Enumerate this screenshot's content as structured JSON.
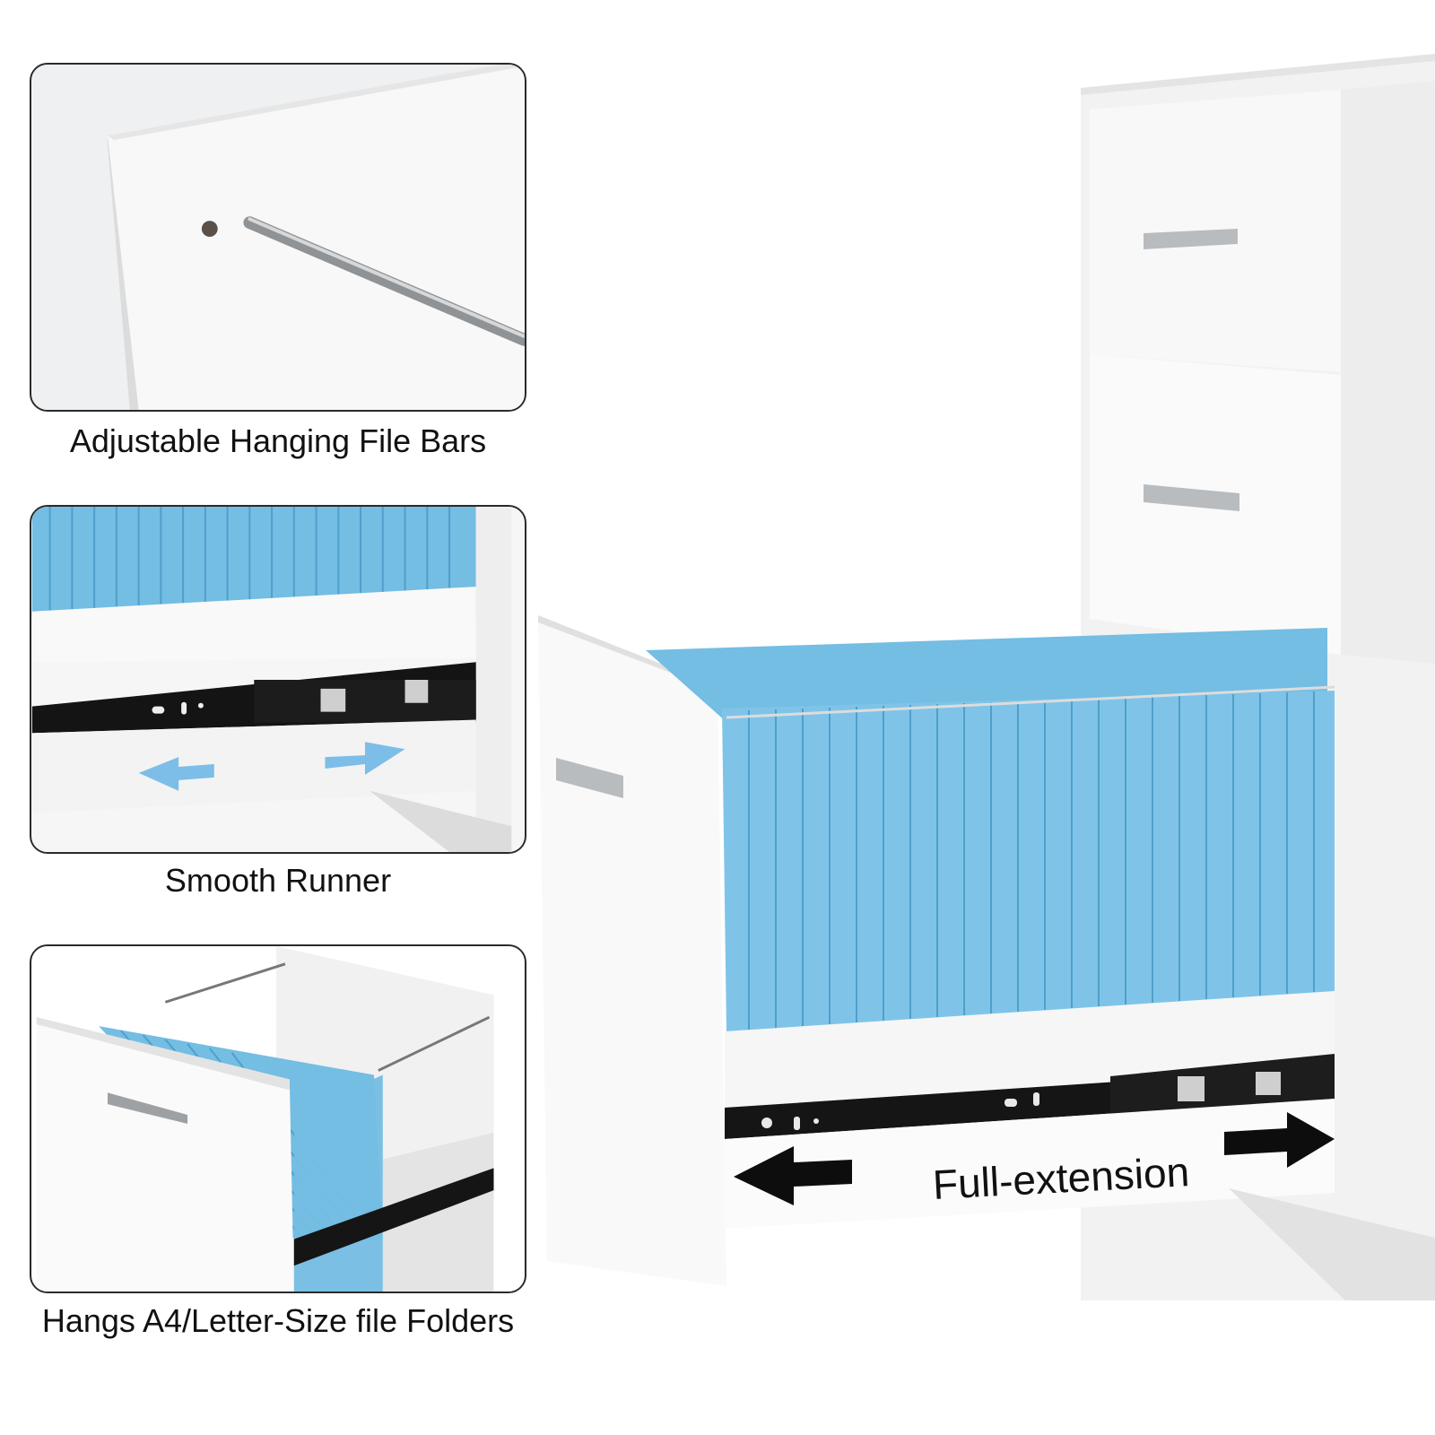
{
  "panels": [
    {
      "id": "hanging-bars",
      "caption": "Adjustable Hanging File Bars"
    },
    {
      "id": "smooth-runner",
      "caption": "Smooth Runner"
    },
    {
      "id": "folders",
      "caption": "Hangs A4/Letter-Size file Folders"
    }
  ],
  "main_image": {
    "label": "Full-extension"
  },
  "colors": {
    "folder_blue": "#74bde3",
    "folder_blue_dark": "#4f9fcc",
    "cabinet_white": "#f7f7f7",
    "rail_black": "#151515",
    "handle_silver": "#b9bcbf",
    "arrow_blue": "#6fb8e6"
  }
}
